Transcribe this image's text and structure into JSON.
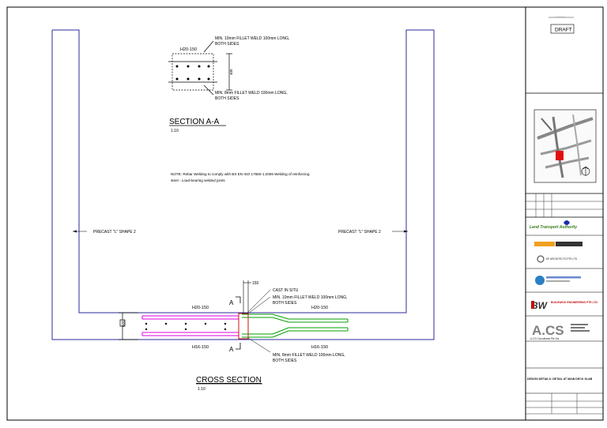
{
  "drawing": {
    "section_aa": {
      "title": "SECTION A-A",
      "scale": "1:10",
      "bar_label": "H20-150",
      "dimension": "400",
      "weld_top": [
        "MIN. 10mm FILLET WELD 100mm LONG,",
        "BOTH SIDES"
      ],
      "weld_bottom": [
        "MIN. 8mm FILLET WELD 100mm LONG,",
        "BOTH SIDES"
      ]
    },
    "note": [
      "NOTE: Rebar Welding to comply with BS EN ISO 17660-1:2006 Welding of reinforcing",
      "steel - Load-bearing welded joints"
    ],
    "precast_left": "PRECAST \"L\" SHAPE 2",
    "precast_right": "PRECAST \"L\" SHAPE 2",
    "cross_section": {
      "title": "CROSS SECTION",
      "scale": "1:10",
      "dim_150": "150",
      "cast_in_situ": "CAST IN SITU",
      "weld_top": [
        "MIN. 10mm FILLET WELD 100mm LONG,",
        "BOTH SIDES"
      ],
      "weld_bottom": [
        "MIN. 8mm FILLET WELD 100mm LONG,",
        "BOTH SIDES"
      ],
      "bar_top_left": "H20-150",
      "bar_top_right": "H20-150",
      "bar_bottom_left": "H16-150",
      "bar_bottom_right": "H16-150",
      "section_mark": "A",
      "slab_dim": "400"
    }
  },
  "title_block": {
    "top_text": "_ ____ _",
    "draft_stamp": "DRAFT",
    "client_logo_text": "Land Transport Authority",
    "consultant_name": "DP ARCHITECTS PTE LTD",
    "contractor_name": "BUILDWICK ENGINEERING PTE LTD",
    "contractor_abbr": "BW",
    "firm_abbr": "A.CS",
    "firm_name": "A.CS Consultants Pte Ltd",
    "drawing_title": "DESIGN DETAILS: DETAIL AT MAIN DECK SLAB"
  },
  "colors": {
    "frame": "#2b2b9e",
    "rebar_magenta": "#e000e0",
    "rebar_green": "#00a000",
    "insitu_red": "#d01010"
  }
}
